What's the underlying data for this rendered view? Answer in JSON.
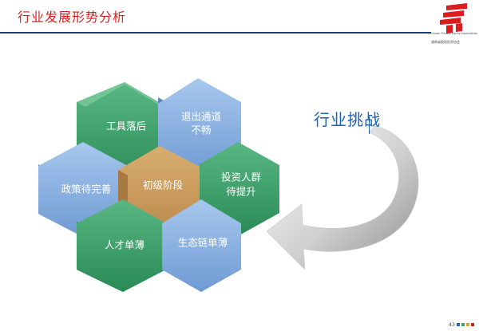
{
  "page": {
    "title": "行业发展形势分析",
    "page_number": "43"
  },
  "logo": {
    "name_en": "Hunan Private Equity Association",
    "name_cn": "湖南省股权投资协会"
  },
  "hexagons": {
    "tools": "工具落后",
    "exit_line1": "退出通道",
    "exit_line2": "不畅",
    "policy": "政策待完善",
    "center": "初级阶段",
    "investor_line1": "投资人群",
    "investor_line2": "待提升",
    "talent": "人才单薄",
    "ecosystem": "生态链单薄"
  },
  "challenge": {
    "label": "行业挑战"
  },
  "colors": {
    "title_red": "#d81e1e",
    "rule_blue": "#1f3b78",
    "green_hex": "#3a9b65",
    "blue_hex": "#7fa9dc",
    "center_hex": "#c89a5a",
    "challenge_blue": "#1a62b7"
  }
}
